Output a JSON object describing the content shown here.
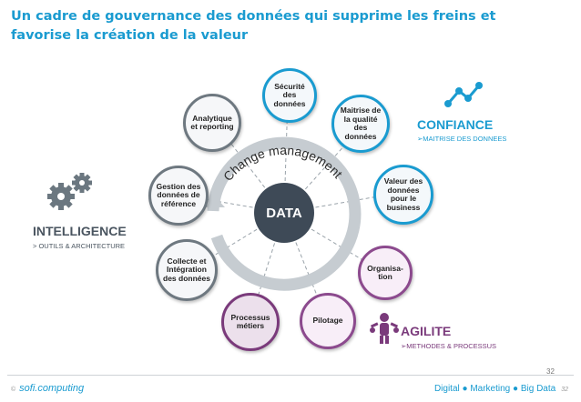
{
  "title": "Un cadre de gouvernance des données qui supprime les freins et favorise la création de la valeur",
  "center_label": "DATA",
  "ring_label": "Change management",
  "nodes": {
    "securite": "Sécurité des données",
    "maitrise": "Maitrise de la qualité des données",
    "valeur": "Valeur des données pour le business",
    "organisation": "Organisa-tion",
    "pilotage": "Pilotage",
    "processus": "Processus métiers",
    "collecte": "Collecte et Intégration des données",
    "gestion": "Gestion des données de référence",
    "analytique": "Analytique et reporting"
  },
  "pillars": {
    "intelligence": {
      "title": "INTELLIGENCE",
      "subtitle": "> OUTILS & ARCHITECTURE"
    },
    "confiance": {
      "title": "CONFIANCE",
      "subtitle": "➢MAITRISE DES DONNEES"
    },
    "agilite": {
      "title": "AGILITE",
      "subtitle": "➢METHODES & PROCESSUS"
    }
  },
  "colors": {
    "accent": "#1a9bd0",
    "purple": "#7a3a7b",
    "gray": "#6e7880",
    "dark": "#3e4a57"
  },
  "footer": {
    "left_num": "©",
    "brand": "sofi.computing",
    "tagline": "Digital ● Marketing ● Big Data",
    "page_small": "32",
    "page_num": "32"
  }
}
